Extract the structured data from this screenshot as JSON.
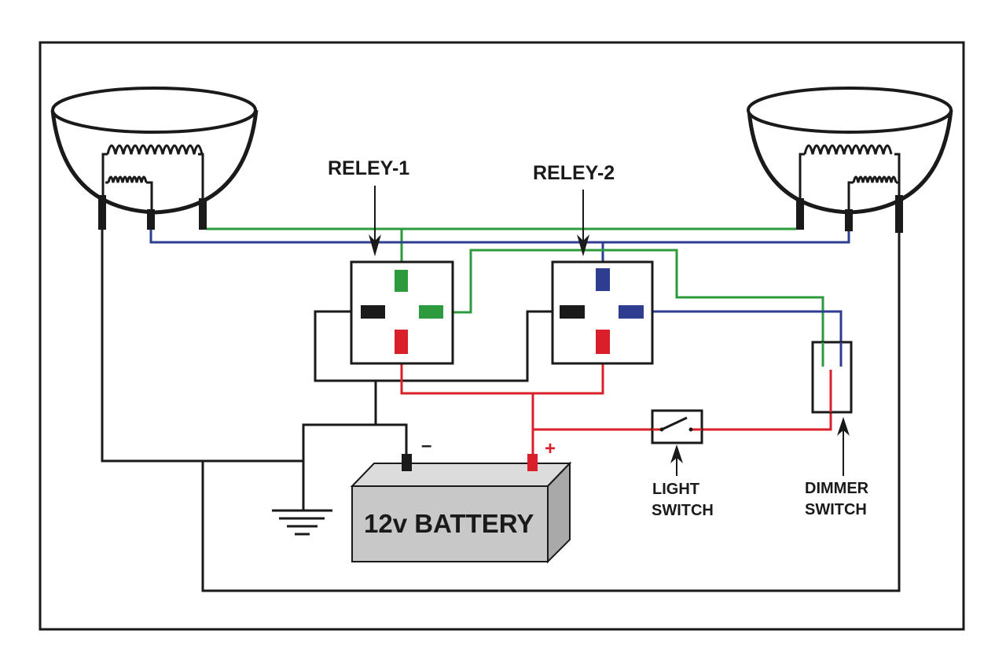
{
  "labels": {
    "relay1": "RELEY-1",
    "relay2": "RELEY-2",
    "battery": "12v BATTERY",
    "minus": "–",
    "plus": "+",
    "light_switch_line1": "LIGHT",
    "light_switch_line2": "SWITCH",
    "dimmer_switch_line1": "DIMMER",
    "dimmer_switch_line2": "SWITCH"
  },
  "colors": {
    "wire_black": "#1a1a1a",
    "wire_green": "#2e9a3e",
    "wire_blue": "#2e3d8f",
    "wire_red": "#d9202a",
    "battery_fill": "#c8c8c8",
    "battery_top": "#dcdcdc",
    "battery_side": "#a9a9a9"
  }
}
